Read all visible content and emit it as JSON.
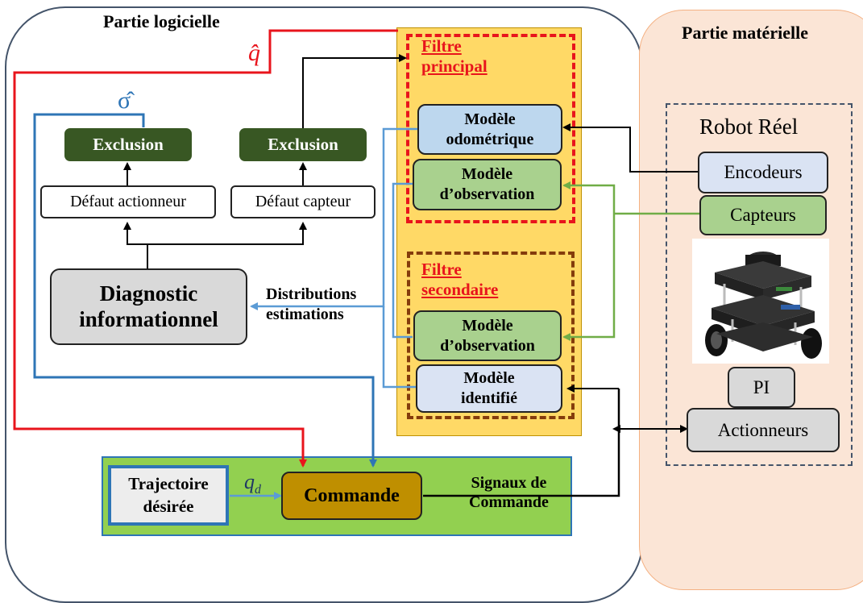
{
  "software": {
    "title": "Partie logicielle",
    "q_hat": "q̂",
    "sigma_hat": "σ̂",
    "exclusion_left": "Exclusion",
    "exclusion_right": "Exclusion",
    "defaut_actionneur": "Défaut actionneur",
    "defaut_capteur": "Défaut capteur",
    "diagnostic_line1": "Diagnostic",
    "diagnostic_line2": "informationnel",
    "distributions_line1": "Distributions",
    "distributions_line2": "estimations",
    "filtre_principal_line1": "Filtre",
    "filtre_principal_line2": "principal",
    "modele_odometrique_line1": "Modèle",
    "modele_odometrique_line2": "odométrique",
    "modele_observation_p_line1": "Modèle",
    "modele_observation_p_line2": "d’observation",
    "filtre_secondaire_line1": "Filtre",
    "filtre_secondaire_line2": "secondaire",
    "modele_observation_s_line1": "Modèle",
    "modele_observation_s_line2": "d’observation",
    "modele_identifie_line1": "Modèle",
    "modele_identifie_line2": "identifié",
    "trajectoire_line1": "Trajectoire",
    "trajectoire_line2": "désirée",
    "q_d": "q",
    "q_d_sub": "d",
    "commande": "Commande",
    "signaux_line1": "Signaux de",
    "signaux_line2": "Commande"
  },
  "hardware": {
    "title": "Partie matérielle",
    "robot_reel": "Robot Réel",
    "encodeurs": "Encodeurs",
    "capteurs": "Capteurs",
    "pi": "PI",
    "actionneurs": "Actionneurs"
  },
  "colors": {
    "red": "#e8141c",
    "blue": "#2e75b6",
    "light_blue": "#5b9bd5",
    "green_line": "#70ad47",
    "dark_green": "#385723",
    "filter_bg": "#ffd966",
    "brown": "#843c0c",
    "commande_bg": "#bf8f00",
    "control_bg": "#92d050",
    "hardware_bg": "#fbe5d6"
  }
}
